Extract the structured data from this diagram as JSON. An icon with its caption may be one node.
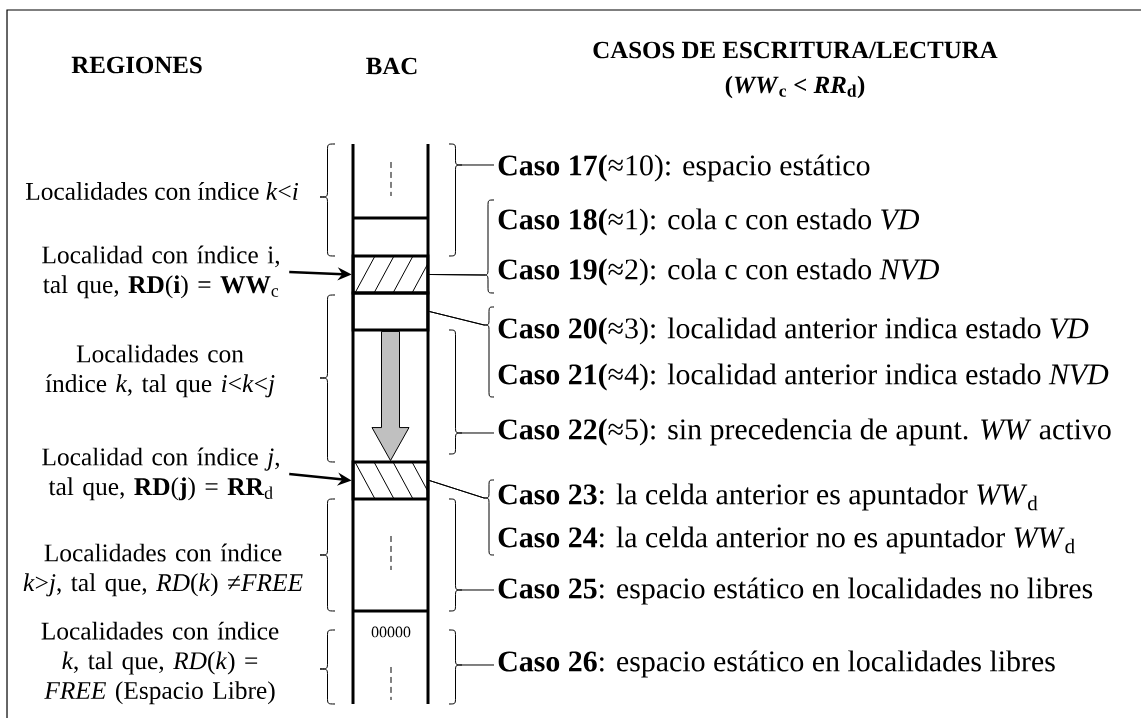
{
  "diagram": {
    "nodes": [
      {
        "text": [],
        "shape": "box"
      },
      {
        "text": [
          "**Caso 18(**≈1): cola c con estado *VD*"
        ]
      },
      {
        "text": [
          "Localidad con índice i, tal que, **RD**(**i**) = **WW**$_{c}$"
        ]
      },
      {
        "text": [],
        "shape": "box",
        "in": 0
      },
      {
        "text": [
          "**Caso 19(**≈2): cola c con estado *NVD*"
        ]
      },
      {
        "text": [],
        "shape": "box",
        "in": 0
      },
      {
        "text": [
          "**Caso 20(**≈3): localidad anterior indica estado *VD*"
        ]
      },
      {
        "text": [
          "**Caso 21(**≈4): localidad anterior indica estado *NVD*"
        ]
      },
      {
        "text": [
          "Localidad con índice *j*, tal que, **RD**(**j**) = **RR**$_{d}$"
        ]
      },
      {
        "text": [],
        "shape": "box",
        "in": 0
      },
      {
        "text": [
          "**Caso 23**: la celda anterior es apuntador *WW*$_{d}$"
        ]
      },
      {
        "text": [
          "**Caso 24**: la celda anterior no es apuntador *WW*$_{d}$"
        ]
      }
    ],
    "edges": [
      {
        "from": 2,
        "to": 3,
        "arrow": "to"
      },
      {
        "from": 3,
        "to": 1,
        "arrow": "none"
      },
      {
        "from": 3,
        "to": 4,
        "arrow": "none"
      },
      {
        "from": 5,
        "to": 6,
        "arrow": "none"
      },
      {
        "from": 5,
        "to": 7,
        "arrow": "none"
      },
      {
        "from": 5,
        "to": 9,
        "arrow": "to",
        "style": "thick",
        "color": "#c0c0c0"
      },
      {
        "from": 8,
        "to": 9,
        "arrow": "to"
      },
      {
        "from": 9,
        "to": 10,
        "arrow": "none"
      },
      {
        "from": 9,
        "to": 11,
        "arrow": "none"
      }
    ],
    "labels": [
      "REGIONES",
      "BAC",
      "CASOS DE ESCRITURA/LECTURA",
      "(*WW*$_{c}$ < *RR*$_{d}$)",
      "Localidades con índice *k*<*i*",
      "**Caso 17(**≈10): espacio estático",
      "Localidades con índice *k*, tal que *i*<*k*<*j*",
      "**Caso 22(**≈5): sin precedencia de apunt. *WW* activo",
      "Localidades con índice *k*>*j*, tal que, *RD*(*k*) ≠*FREE*",
      "**Caso 25**: espacio estático en localidades no libres",
      "00000",
      "Localidades con índice *k*, tal que, *RD*(*k*) = *FREE* (Espacio Libre)",
      "**Caso 26**: espacio estático en localidades libres"
    ]
  }
}
